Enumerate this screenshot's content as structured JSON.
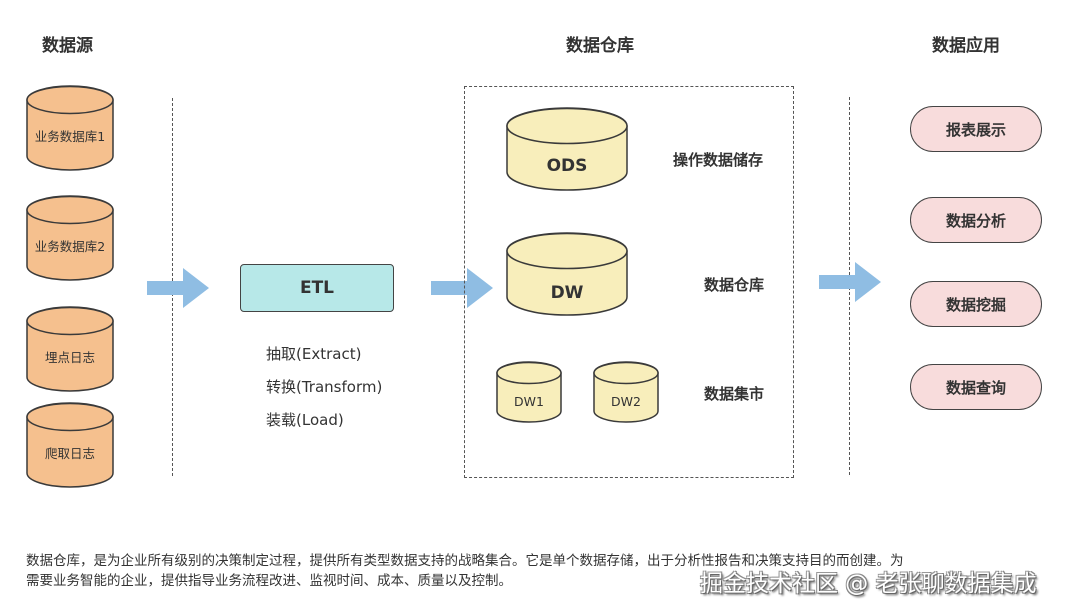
{
  "columns": {
    "sources": {
      "title": "数据源"
    },
    "warehouse": {
      "title": "数据仓库"
    },
    "applications": {
      "title": "数据应用"
    }
  },
  "sources": [
    {
      "label": "业务数据库1"
    },
    {
      "label": "业务数据库2"
    },
    {
      "label": "埋点日志"
    },
    {
      "label": "爬取日志"
    }
  ],
  "etl": {
    "label": "ETL",
    "steps": [
      "抽取(Extract)",
      "转换(Transform)",
      "装载(Load)"
    ]
  },
  "warehouse": {
    "ods": {
      "label": "ODS",
      "description": "操作数据储存"
    },
    "dw": {
      "label": "DW",
      "description": "数据仓库"
    },
    "marts": {
      "items": [
        "DW1",
        "DW2"
      ],
      "description": "数据集市"
    }
  },
  "applications": [
    {
      "label": "报表展示"
    },
    {
      "label": "数据分析"
    },
    {
      "label": "数据挖掘"
    },
    {
      "label": "数据查询"
    }
  ],
  "colors": {
    "source_fill": "#f5c08e",
    "warehouse_fill": "#f8eebb",
    "etl_fill": "#b7e8e8",
    "app_fill": "#f8dcdc",
    "arrow": "#8fbde3"
  },
  "description": {
    "line1": "数据仓库，是为企业所有级别的决策制定过程，提供所有类型数据支持的战略集合。它是单个数据存储，出于分析性报告和决策支持目的而创建。为",
    "line2": "需要业务智能的企业，提供指导业务流程改进、监视时间、成本、质量以及控制。"
  },
  "watermark": "掘金技术社区 @ 老张聊数据集成"
}
